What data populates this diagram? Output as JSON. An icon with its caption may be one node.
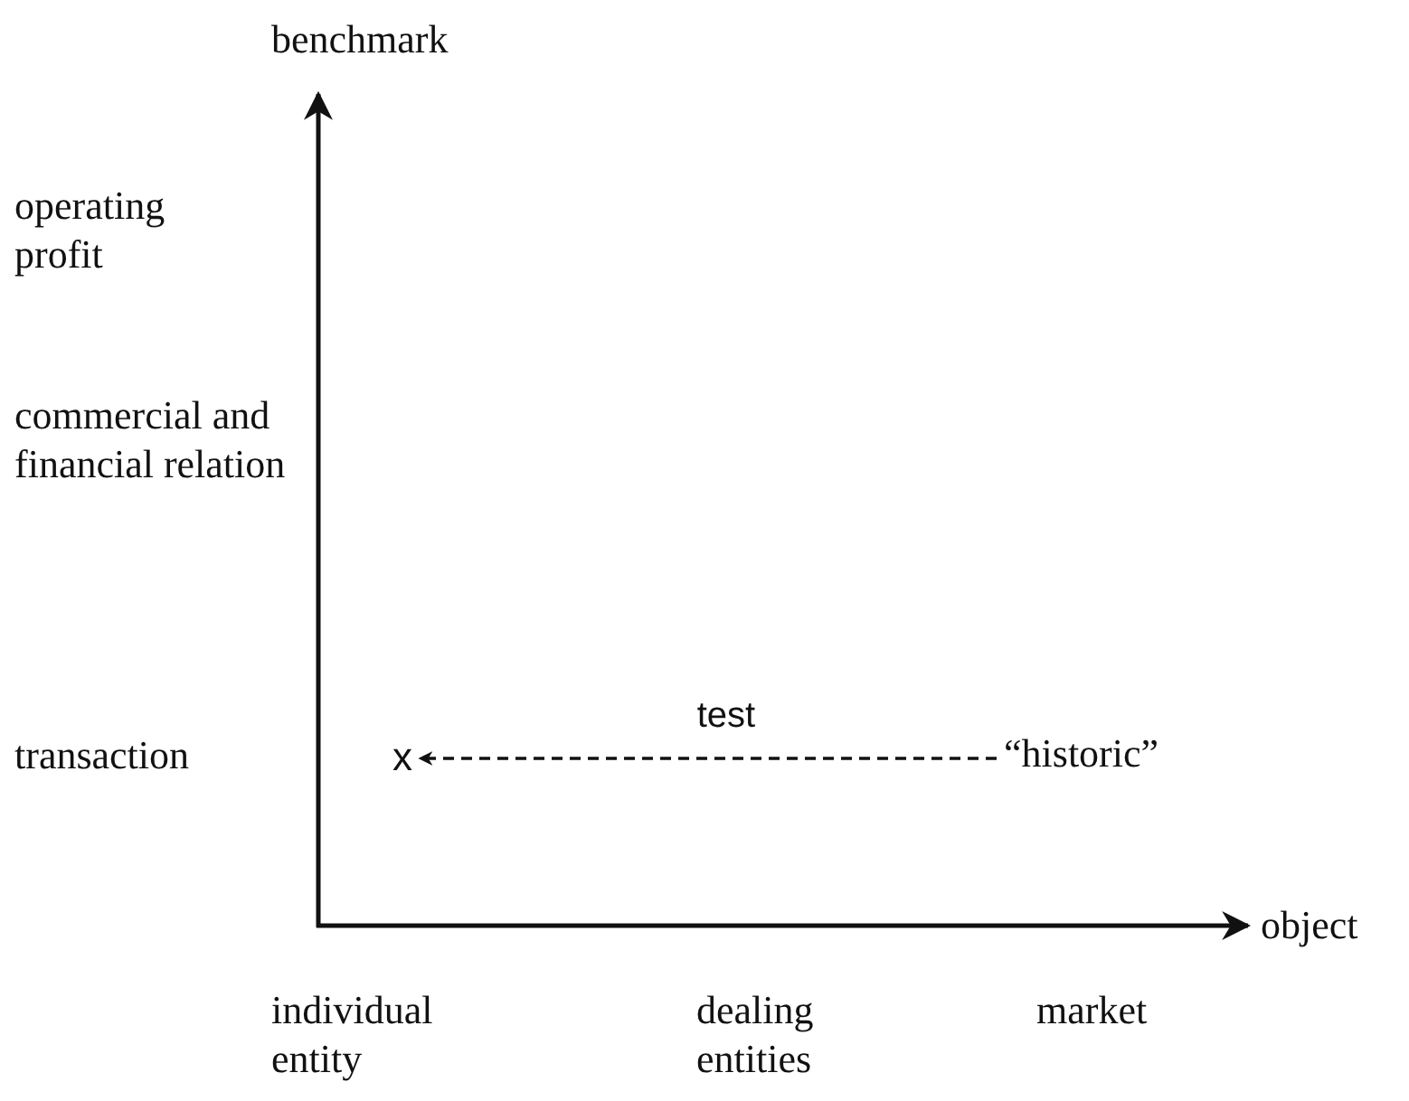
{
  "diagram": {
    "nodes": [
      {
        "text": [
          "x"
        ]
      },
      {
        "text": [
          "“historic”"
        ]
      }
    ],
    "edges": [
      {
        "from": 1,
        "to": 0,
        "arrow": "to",
        "label": "test",
        "style": "dashed"
      }
    ],
    "labels": [
      "benchmark",
      "operating profit",
      "commercial and financial relation",
      "transaction",
      "object",
      "individual entity",
      "dealing entities",
      "market"
    ]
  }
}
